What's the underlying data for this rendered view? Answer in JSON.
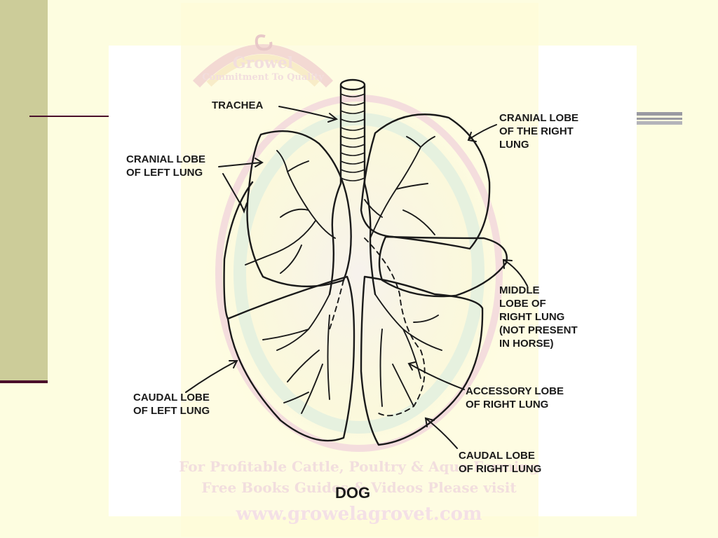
{
  "labels": {
    "trachea": "TRACHEA",
    "cranial_left": [
      "CRANIAL LOBE",
      "OF LEFT LUNG"
    ],
    "cranial_right": [
      "CRANIAL LOBE",
      "OF THE  RIGHT",
      "LUNG"
    ],
    "middle_right": [
      "MIDDLE",
      "LOBE OF",
      "RIGHT LUNG",
      "(NOT PRESENT",
      "IN HORSE)"
    ],
    "accessory_right": [
      "ACCESSORY LOBE",
      "OF RIGHT LUNG"
    ],
    "caudal_left": [
      "CAUDAL LOBE",
      "OF LEFT LUNG"
    ],
    "caudal_right": [
      "CAUDAL LOBE",
      "OF RIGHT LUNG"
    ],
    "species": "DOG"
  },
  "watermark": {
    "brand": "Growel",
    "tagline": "Commitment To Quality",
    "lines": [
      "For Profitable Cattle, Poultry & Aqua Farming",
      "Free Books Guides & Videos Please visit"
    ],
    "url": "www.growelagrovet.com"
  },
  "colors": {
    "background": "#fdfde0",
    "side_bar": "#cccc99",
    "accent_rule": "#4a0f2a",
    "line_art": "#1a1a1a"
  }
}
